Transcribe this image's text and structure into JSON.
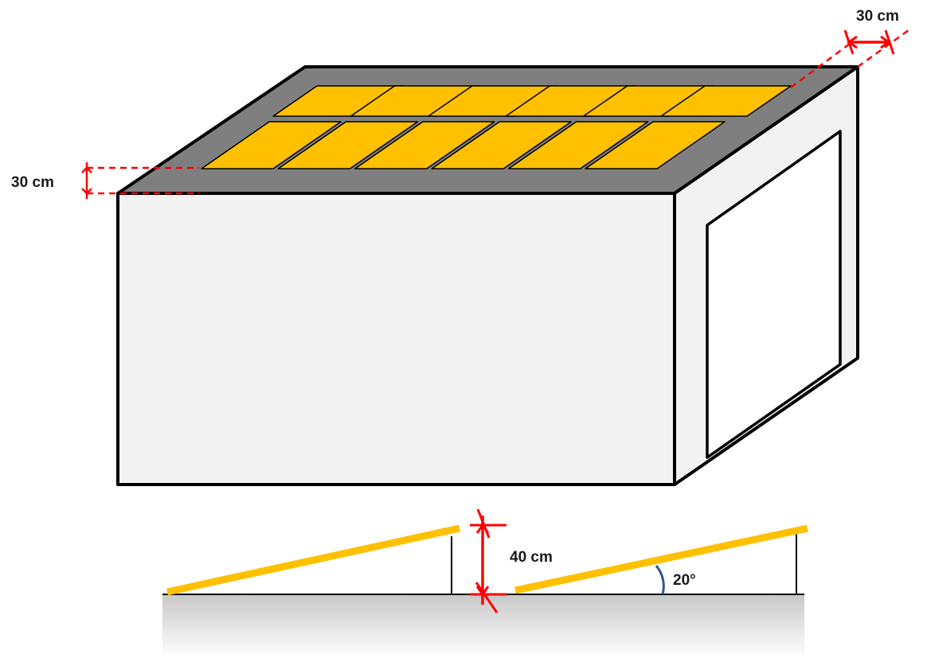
{
  "labels": {
    "roof_offset_right": "30 cm",
    "roof_offset_left": "30 cm",
    "panel_height": "40 cm",
    "tilt_angle": "20°"
  },
  "panel_grid": {
    "rows": 2,
    "columns": 6
  },
  "colors": {
    "roof": "#7f7f7f",
    "wall": "#f2f2f2",
    "panel": "#ffc000",
    "dimension": "#ff0000",
    "angle_arc": "#2f5597",
    "ground_top": "#c8c8c8",
    "ground_bottom": "#ffffff",
    "outline": "#000000"
  }
}
